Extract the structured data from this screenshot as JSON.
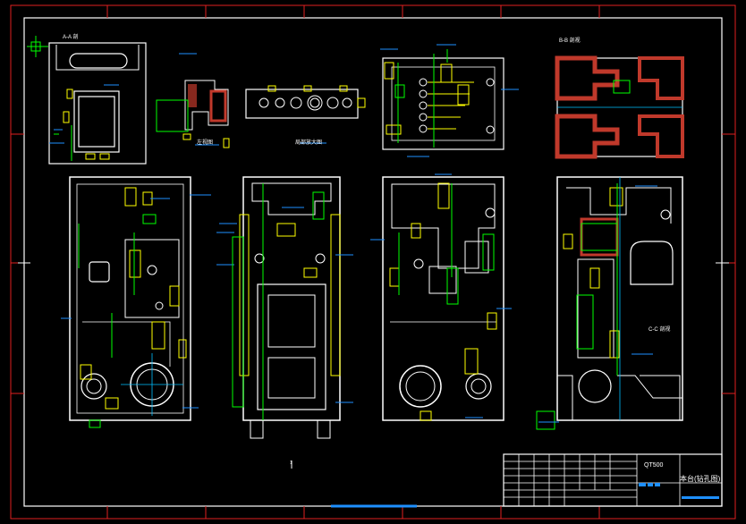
{
  "colors": {
    "background": "#000000",
    "outline": "#ffffff",
    "dimension": "#ffff00",
    "annotation": "#00ff00",
    "leader": "#1e90ff",
    "hatch": "#c0392b",
    "centerline": "#00bfff",
    "border": "#e02020",
    "magenta": "#ff00ff"
  },
  "title_block": {
    "material": "QT500",
    "drawing_title": "本台(钻孔图)"
  },
  "view_labels": {
    "top_left": "A-A 剖",
    "top_right": "B-B 剖视",
    "small_1": "左视图",
    "small_2": "局部放大图",
    "side_view": "C-C 剖视"
  },
  "marker": "1"
}
